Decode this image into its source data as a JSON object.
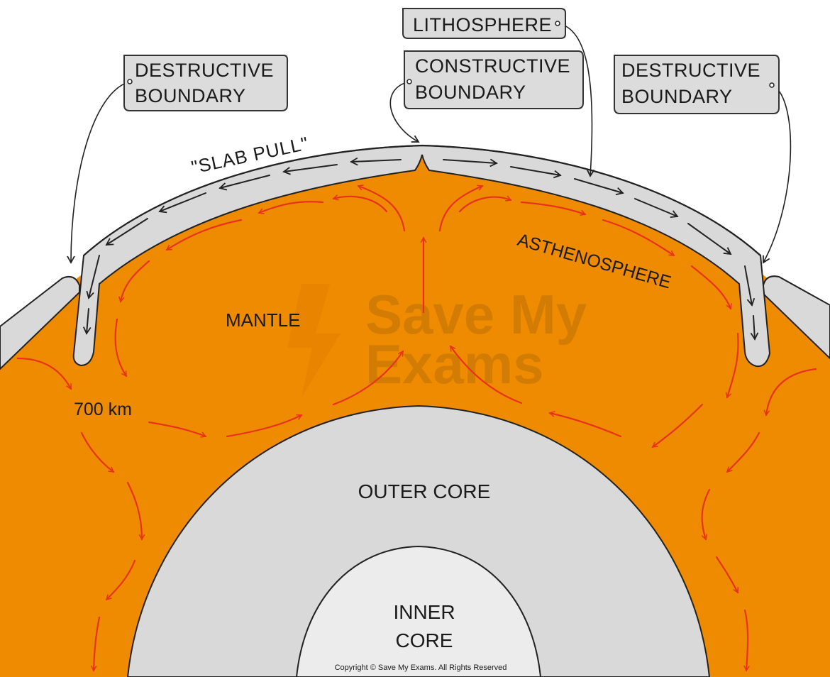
{
  "labels": {
    "lithosphere": "LITHOSPHERE",
    "constructive_1": "CONSTRUCTIVE",
    "constructive_2": "BOUNDARY",
    "destructive_left_1": "DESTRUCTIVE",
    "destructive_left_2": "BOUNDARY",
    "destructive_right_1": "DESTRUCTIVE",
    "destructive_right_2": "BOUNDARY",
    "slab_pull": "\"SLAB PULL\"",
    "asthenosphere": "ASTHENOSPHERE",
    "mantle": "MANTLE",
    "depth": "700 km",
    "outer_core": "OUTER CORE",
    "inner_core_1": "INNER",
    "inner_core_2": "CORE"
  },
  "watermark": {
    "line1": "Save My",
    "line2": "Exams"
  },
  "copyright": "Copyright © Save My Exams. All Rights Reserved",
  "colors": {
    "mantle": "#ee8b00",
    "crust": "#d9d9d9",
    "outer_core": "#d9d9d9",
    "inner_core": "#ececec",
    "convection_arrows": "#e8331c",
    "outline": "#222222"
  }
}
